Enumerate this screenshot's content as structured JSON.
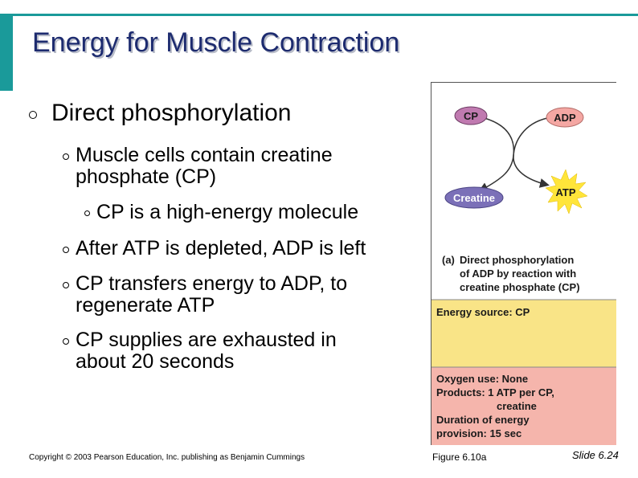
{
  "slide": {
    "title": "Energy for Muscle Contraction",
    "bullets": {
      "b1": "Direct phosphorylation",
      "b2_line1": "Muscle cells contain creatine",
      "b2_line2": "phosphate (CP)",
      "b3": "CP is a high-energy molecule",
      "b4": "After ATP is depleted, ADP is left",
      "b5_line1": "CP transfers energy to ADP, to",
      "b5_line2": "regenerate ATP",
      "b6_line1": "CP supplies are exhausted in",
      "b6_line2": "about 20 seconds"
    },
    "copyright": "Copyright © 2003 Pearson Education, Inc. publishing as Benjamin Cummings",
    "figure_label": "Figure 6.10a",
    "slide_number": "Slide 6.24"
  },
  "figure": {
    "nodes": {
      "cp": "CP",
      "adp": "ADP",
      "creatine": "Creatine",
      "atp": "ATP"
    },
    "caption": {
      "letter": "(a)",
      "line1": "Direct phosphorylation",
      "line2": "of ADP by reaction with",
      "line3": "creatine phosphate (CP)"
    },
    "energy_box": "Energy source: CP",
    "info_box": {
      "line1": "Oxygen use: None",
      "line2": "Products: 1 ATP per CP,",
      "line3": "creatine",
      "line4": "Duration of energy",
      "line5": "provision: 15 sec"
    },
    "colors": {
      "cp_node": "#c07ab0",
      "adp_node": "#f4a7a3",
      "creatine_node": "#7b70b8",
      "atp_star": "#ffe53a",
      "energy_box": "#f9e487",
      "info_box": "#f5b5ac",
      "title_text": "#1d2b6f",
      "accent_bar": "#1a9a9a"
    }
  }
}
